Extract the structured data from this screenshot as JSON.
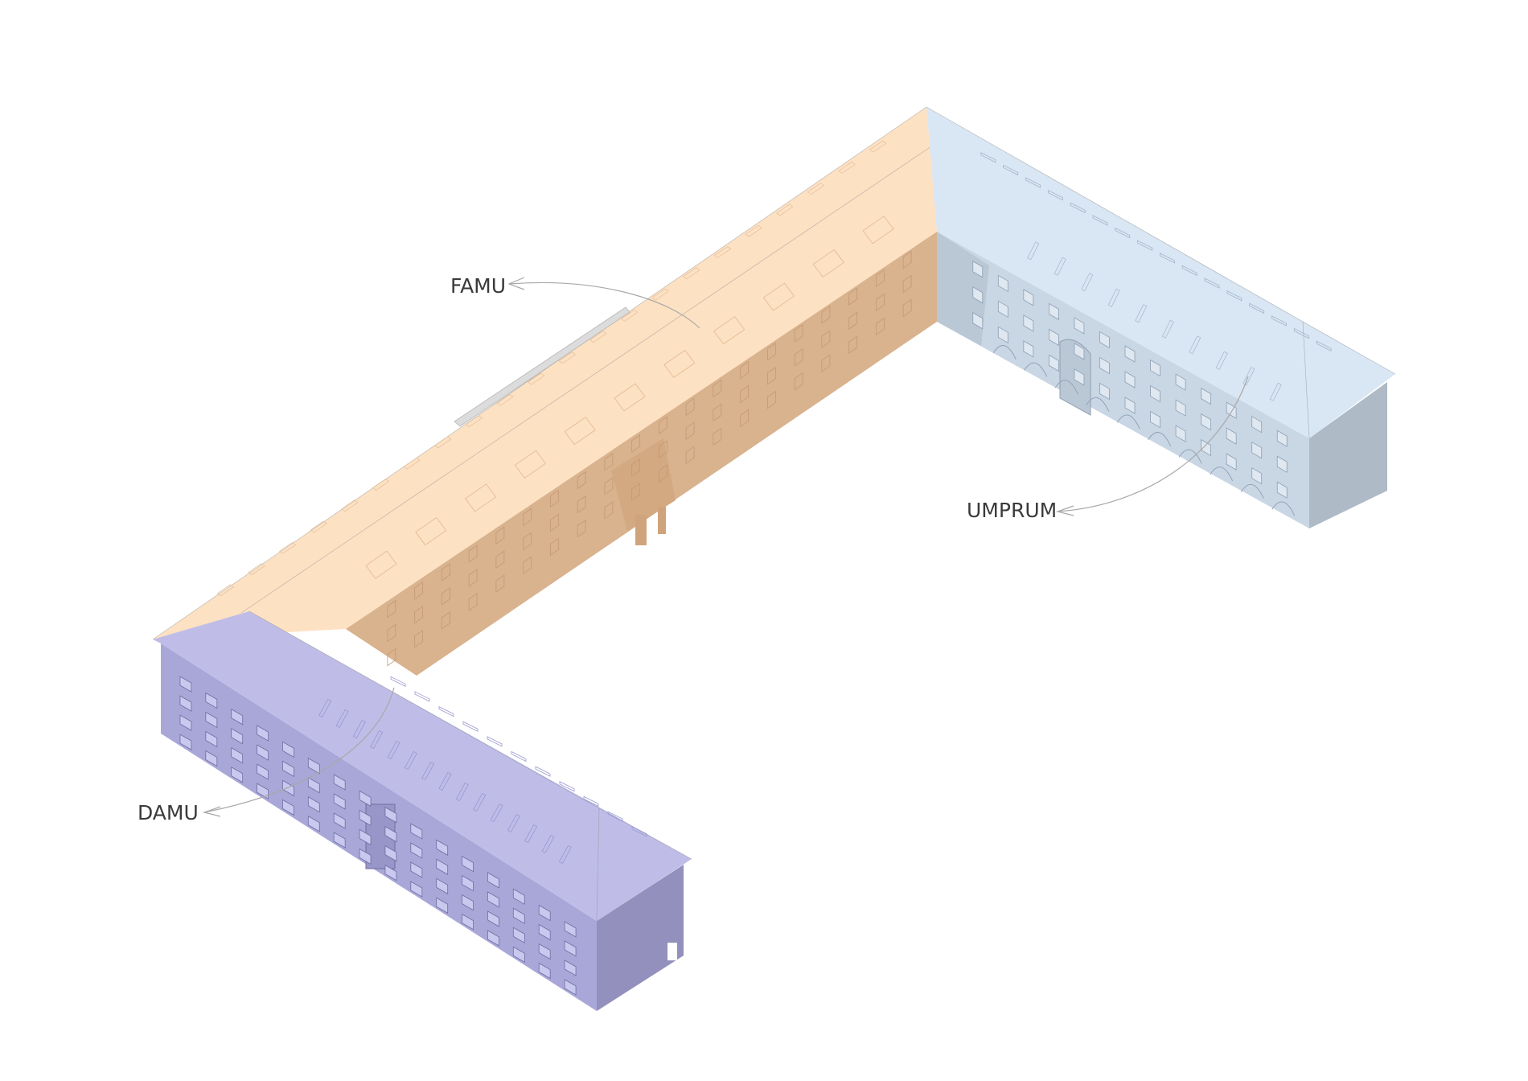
{
  "diagram": {
    "labels": {
      "famu": "FAMU",
      "umprum": "UMPRUM",
      "damu": "DAMU"
    },
    "colors": {
      "famu_roof": "#fde1c3",
      "famu_wall": "#d9b28e",
      "umprum_roof": "#d9e6f3",
      "umprum_wall": "#c9d6e4",
      "umprum_shade": "#aebac6",
      "damu_roof": "#bfbde8",
      "damu_wall": "#a9a7d8",
      "damu_shade": "#9390bd",
      "leader": "#a8a8a8",
      "text": "#3a3a3a"
    }
  }
}
